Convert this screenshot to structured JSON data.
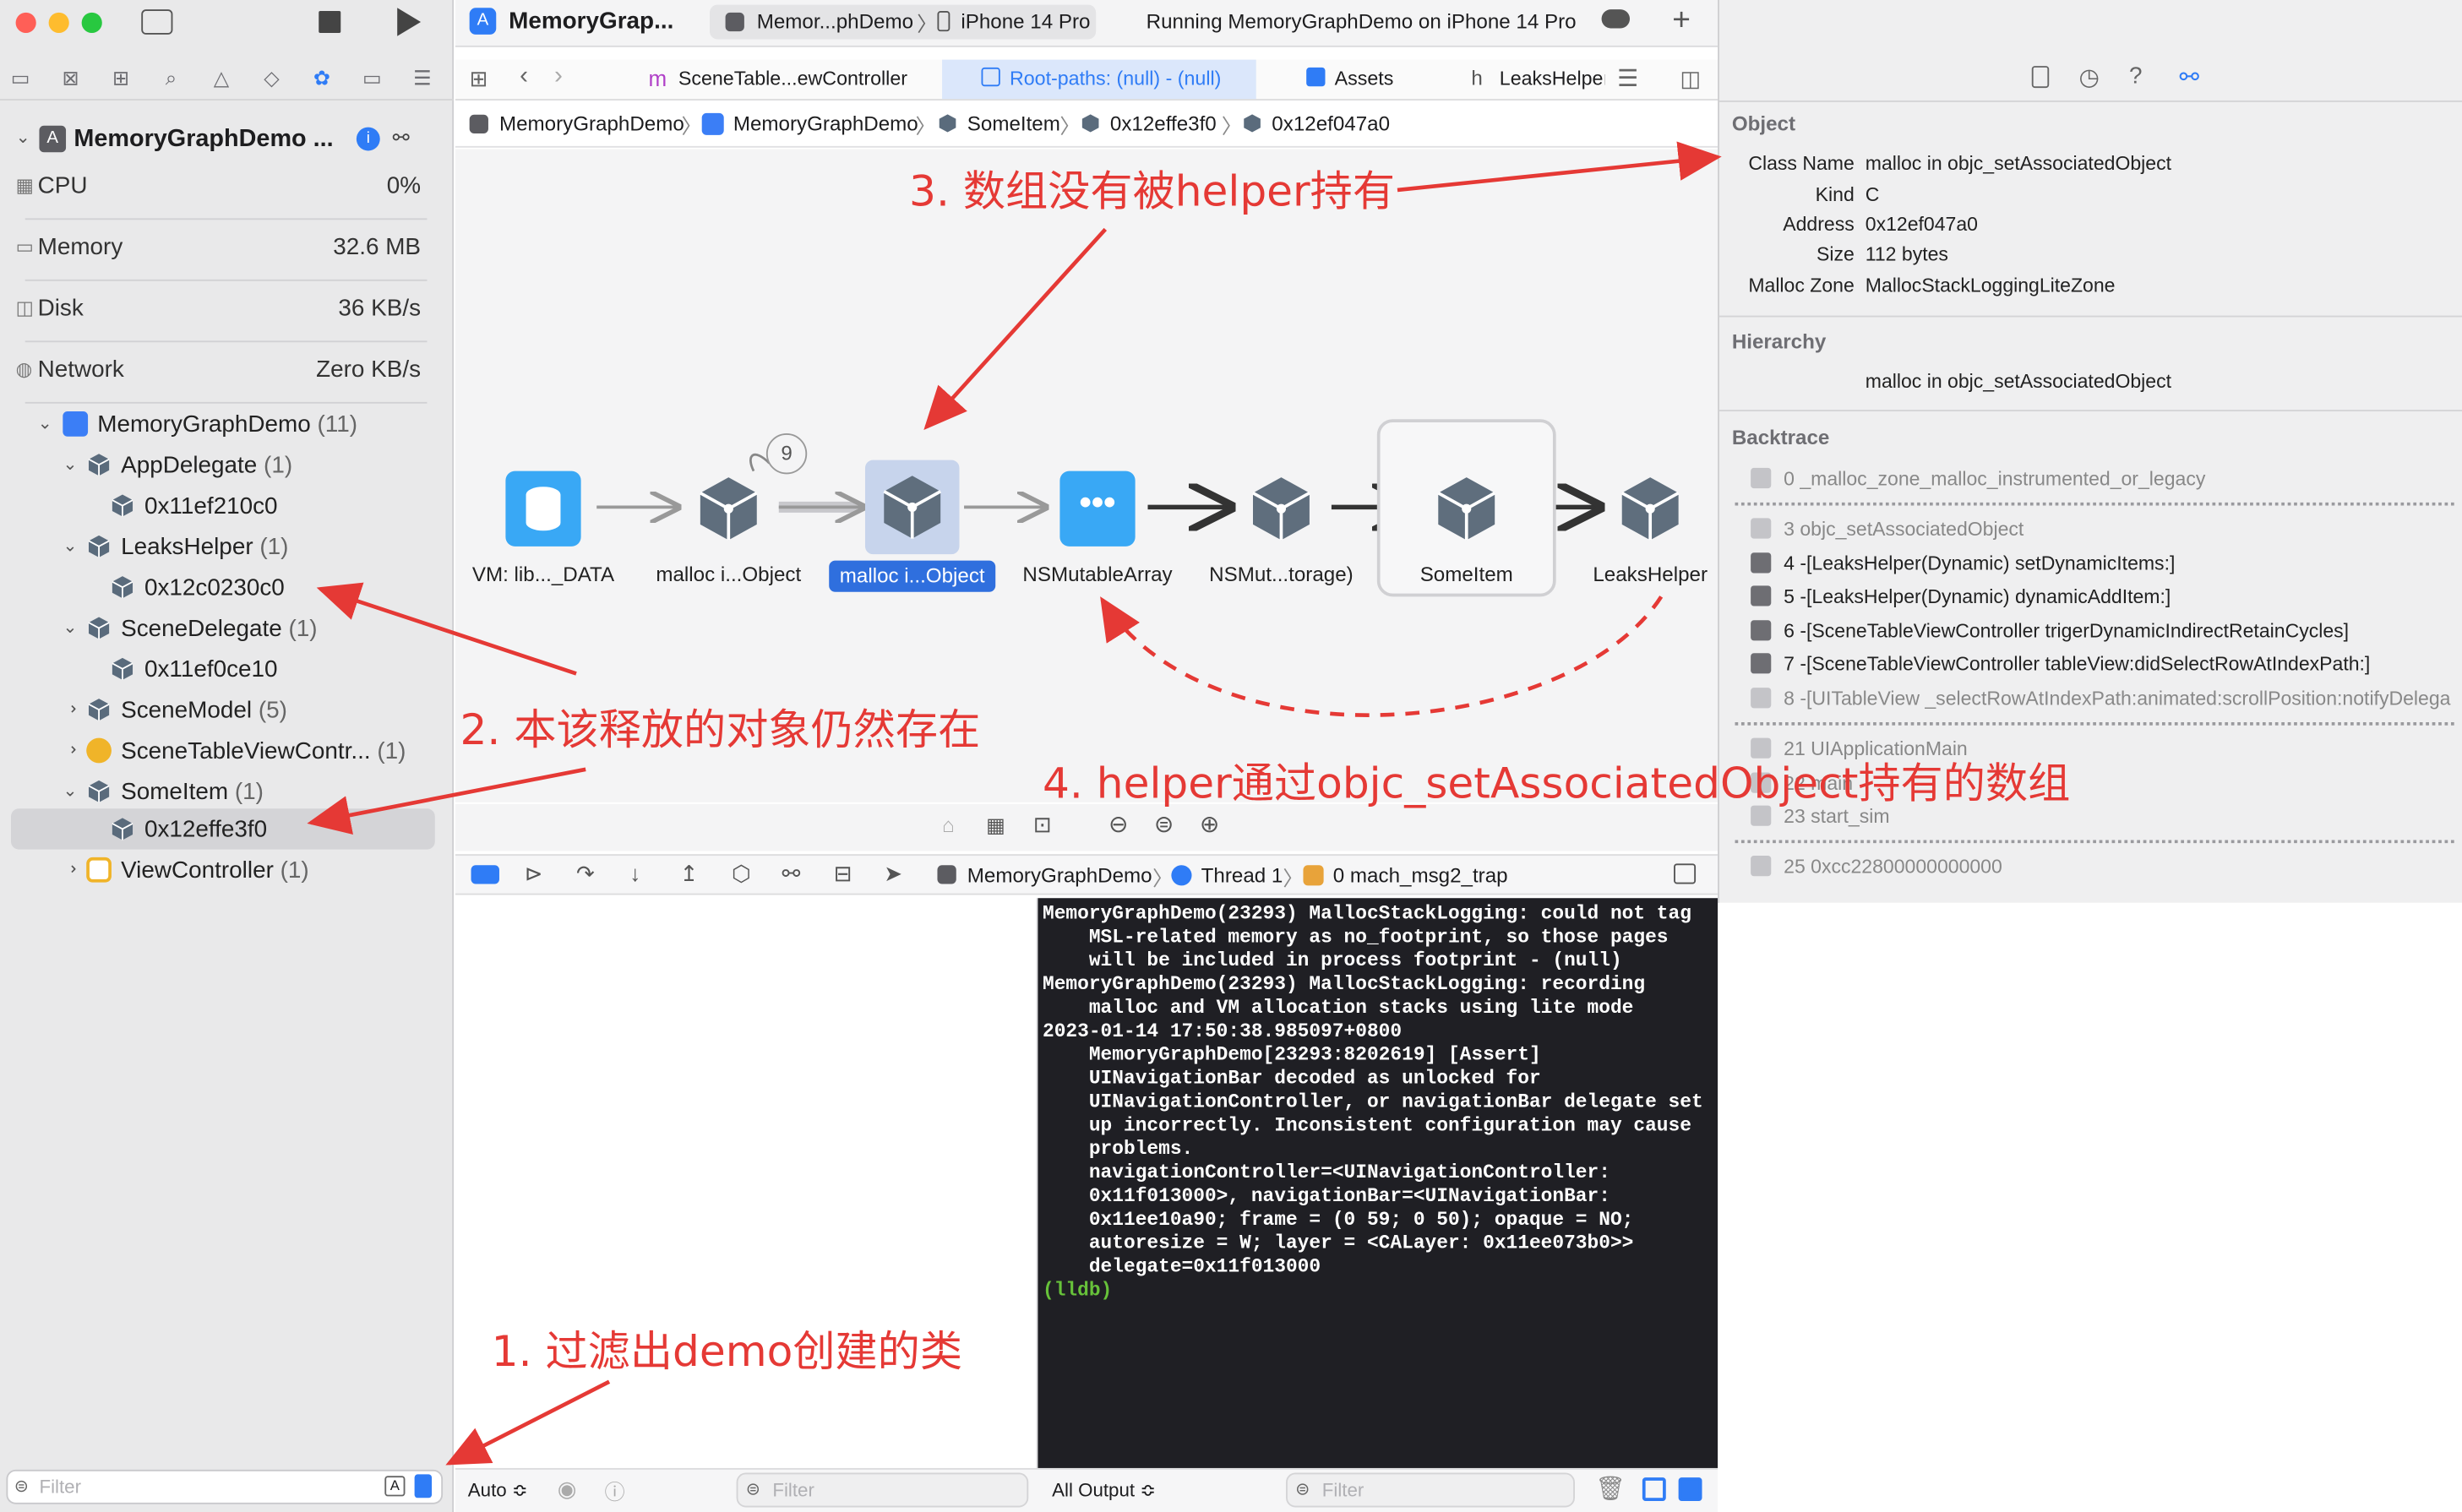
{
  "window": {
    "scheme_title": "MemoryGrap...",
    "scheme_target": "Memor...phDemo",
    "device": "iPhone 14 Pro",
    "status": "Running MemoryGraphDemo on iPhone 14 Pro"
  },
  "sidebar": {
    "process_name": "MemoryGraphDemo ...",
    "gauges": [
      {
        "name": "CPU",
        "value": "0%"
      },
      {
        "name": "Memory",
        "value": "32.6 MB"
      },
      {
        "name": "Disk",
        "value": "36 KB/s"
      },
      {
        "name": "Network",
        "value": "Zero KB/s"
      }
    ],
    "tree": [
      {
        "label": "MemoryGraphDemo",
        "count": "(11)"
      },
      {
        "label": "AppDelegate",
        "count": "(1)"
      },
      {
        "label": "0x11ef210c0",
        "count": ""
      },
      {
        "label": "LeaksHelper",
        "count": "(1)"
      },
      {
        "label": "0x12c0230c0",
        "count": ""
      },
      {
        "label": "SceneDelegate",
        "count": "(1)"
      },
      {
        "label": "0x11ef0ce10",
        "count": ""
      },
      {
        "label": "SceneModel",
        "count": "(5)"
      },
      {
        "label": "SceneTableViewContr...",
        "count": "(1)"
      },
      {
        "label": "SomeItem",
        "count": "(1)"
      },
      {
        "label": "0x12effe3f0",
        "count": ""
      },
      {
        "label": "ViewController",
        "count": "(1)"
      }
    ],
    "filter_placeholder": "Filter"
  },
  "tabs": [
    {
      "label": "SceneTable...ewController"
    },
    {
      "label": "Root-paths: (null) - (null)"
    },
    {
      "label": "Assets"
    },
    {
      "label": "LeaksHelper"
    }
  ],
  "breadcrumb": [
    "MemoryGraphDemo",
    "MemoryGraphDemo",
    "SomeItem",
    "0x12effe3f0",
    "0x12ef047a0"
  ],
  "graph": {
    "nodes": [
      {
        "label": "VM: lib..._DATA"
      },
      {
        "label": "malloc i...Object"
      },
      {
        "label": "malloc i...Object"
      },
      {
        "label": "NSMutableArray"
      },
      {
        "label": "NSMut...torage)"
      },
      {
        "label": "SomeItem"
      },
      {
        "label": "LeaksHelper"
      }
    ],
    "badge_count": "9"
  },
  "debug_bar": {
    "target": "MemoryGraphDemo",
    "thread": "Thread 1",
    "frame": "0 mach_msg2_trap"
  },
  "console_text": "MemoryGraphDemo(23293) MallocStackLogging: could not tag\n    MSL-related memory as no_footprint, so those pages\n    will be included in process footprint - (null)\nMemoryGraphDemo(23293) MallocStackLogging: recording\n    malloc and VM allocation stacks using lite mode\n2023-01-14 17:50:38.985097+0800\n    MemoryGraphDemo[23293:8202619] [Assert]\n    UINavigationBar decoded as unlocked for\n    UINavigationController, or navigationBar delegate set\n    up incorrectly. Inconsistent configuration may cause\n    problems.\n    navigationController=<UINavigationController:\n    0x11f013000>, navigationBar=<UINavigationBar:\n    0x11ee10a90; frame = (0 59; 0 50); opaque = NO;\n    autoresize = W; layer = <CALayer: 0x11ee073b0>>\n    delegate=0x11f013000",
  "console_prompt": "(lldb)",
  "bottom": {
    "auto_label": "Auto ≎",
    "filter_placeholder": "Filter",
    "output_label": "All Output ≎",
    "filter2_placeholder": "Filter"
  },
  "inspector": {
    "object_header": "Object",
    "fields": [
      {
        "key": "Class Name",
        "value": "malloc in objc_setAssociatedObject"
      },
      {
        "key": "Kind",
        "value": "C"
      },
      {
        "key": "Address",
        "value": "0x12ef047a0"
      },
      {
        "key": "Size",
        "value": "112 bytes"
      },
      {
        "key": "Malloc Zone",
        "value": "MallocStackLoggingLiteZone"
      }
    ],
    "hierarchy_header": "Hierarchy",
    "hierarchy_value": "malloc in objc_setAssociatedObject",
    "backtrace_header": "Backtrace",
    "frames": [
      {
        "text": "0 _malloc_zone_malloc_instrumented_or_legacy",
        "dim": true
      },
      {
        "text": "3 objc_setAssociatedObject",
        "dim": true
      },
      {
        "text": "4 -[LeaksHelper(Dynamic) setDynamicItems:]",
        "dim": false
      },
      {
        "text": "5 -[LeaksHelper(Dynamic) dynamicAddItem:]",
        "dim": false
      },
      {
        "text": "6 -[SceneTableViewController trigerDynamicIndirectRetainCycles]",
        "dim": false
      },
      {
        "text": "7 -[SceneTableViewController tableView:didSelectRowAtIndexPath:]",
        "dim": false
      },
      {
        "text": "8 -[UITableView _selectRowAtIndexPath:animated:scrollPosition:notifyDelega",
        "dim": true
      },
      {
        "text": "21 UIApplicationMain",
        "dim": true
      },
      {
        "text": "22 main",
        "dim": true
      },
      {
        "text": "23 start_sim",
        "dim": true
      },
      {
        "text": "25 0xcc22800000000000",
        "dim": true
      }
    ]
  },
  "annotations": {
    "a1": "1. 过滤出demo创建的类",
    "a2": "2. 本该释放的对象仍然存在",
    "a3": "3. 数组没有被helper持有",
    "a4": "4. helper通过objc_setAssociatedObject持有的数组"
  },
  "colors": {
    "accent": "#2f7cf6",
    "annotation": "#e53935",
    "selected_node": "#2f6fde"
  }
}
